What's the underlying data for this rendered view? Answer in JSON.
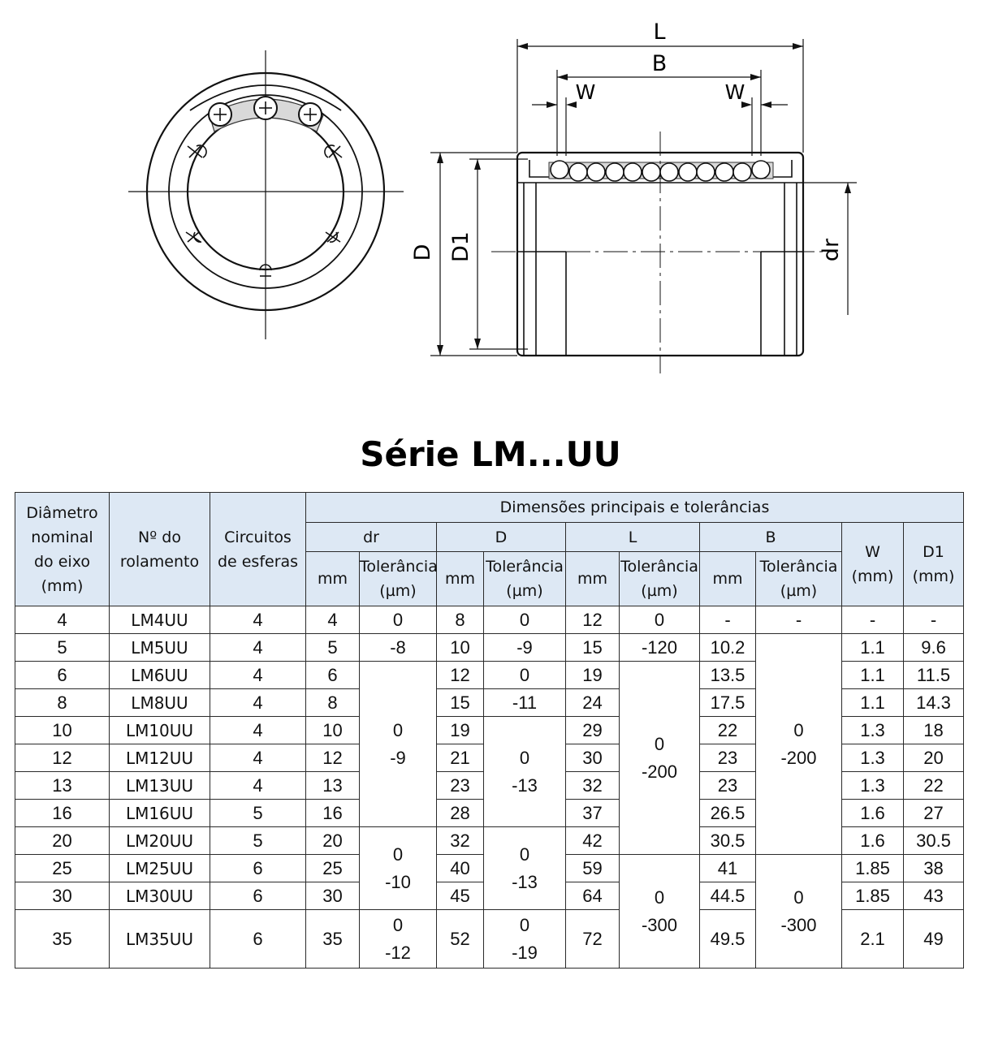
{
  "drawing": {
    "labels": {
      "L": "L",
      "B": "B",
      "W_left": "W",
      "W_right": "W",
      "D": "D",
      "D1": "D1",
      "dr": "dr"
    }
  },
  "title": "Série LM...UU",
  "table": {
    "headers": {
      "shaft_diameter": [
        "Diâmetro",
        "nominal",
        "do eixo",
        "(mm)"
      ],
      "bearing_no": [
        "Nº do",
        "rolamento"
      ],
      "ball_circuits": [
        "Circuitos",
        "de esferas"
      ],
      "main_dimensions": "Dimensões principais e tolerâncias",
      "dr": "dr",
      "D": "D",
      "L": "L",
      "B": "B",
      "W": [
        "W",
        "(mm)"
      ],
      "D1": [
        "D1",
        "(mm)"
      ],
      "mm": "mm",
      "tolerance": [
        "Tolerância",
        "(µm)"
      ]
    },
    "rows": [
      {
        "shaft": "4",
        "model": "LM4UU",
        "circuits": "4",
        "dr": "4",
        "D": "8",
        "L": "12",
        "B": "-",
        "W": "-",
        "D1": "-"
      },
      {
        "shaft": "5",
        "model": "LM5UU",
        "circuits": "4",
        "dr": "5",
        "D": "10",
        "L": "15",
        "B": "10.2",
        "W": "1.1",
        "D1": "9.6"
      },
      {
        "shaft": "6",
        "model": "LM6UU",
        "circuits": "4",
        "dr": "6",
        "D": "12",
        "L": "19",
        "B": "13.5",
        "W": "1.1",
        "D1": "11.5"
      },
      {
        "shaft": "8",
        "model": "LM8UU",
        "circuits": "4",
        "dr": "8",
        "D": "15",
        "L": "24",
        "B": "17.5",
        "W": "1.1",
        "D1": "14.3"
      },
      {
        "shaft": "10",
        "model": "LM10UU",
        "circuits": "4",
        "dr": "10",
        "D": "19",
        "L": "29",
        "B": "22",
        "W": "1.3",
        "D1": "18"
      },
      {
        "shaft": "12",
        "model": "LM12UU",
        "circuits": "4",
        "dr": "12",
        "D": "21",
        "L": "30",
        "B": "23",
        "W": "1.3",
        "D1": "20"
      },
      {
        "shaft": "13",
        "model": "LM13UU",
        "circuits": "4",
        "dr": "13",
        "D": "23",
        "L": "32",
        "B": "23",
        "W": "1.3",
        "D1": "22"
      },
      {
        "shaft": "16",
        "model": "LM16UU",
        "circuits": "5",
        "dr": "16",
        "D": "28",
        "L": "37",
        "B": "26.5",
        "W": "1.6",
        "D1": "27"
      },
      {
        "shaft": "20",
        "model": "LM20UU",
        "circuits": "5",
        "dr": "20",
        "D": "32",
        "L": "42",
        "B": "30.5",
        "W": "1.6",
        "D1": "30.5"
      },
      {
        "shaft": "25",
        "model": "LM25UU",
        "circuits": "6",
        "dr": "25",
        "D": "40",
        "L": "59",
        "B": "41",
        "W": "1.85",
        "D1": "38"
      },
      {
        "shaft": "30",
        "model": "LM30UU",
        "circuits": "6",
        "dr": "30",
        "D": "45",
        "L": "64",
        "B": "44.5",
        "W": "1.85",
        "D1": "43"
      },
      {
        "shaft": "35",
        "model": "LM35UU",
        "circuits": "6",
        "dr": "35",
        "D": "52",
        "L": "72",
        "B": "49.5",
        "W": "2.1",
        "D1": "49"
      }
    ],
    "tolerances": {
      "dr": [
        [
          "0"
        ],
        [
          "-8"
        ],
        [
          "0",
          "-9"
        ],
        [
          "0",
          "-10"
        ],
        [
          "0",
          "-12"
        ]
      ],
      "D": [
        [
          "0"
        ],
        [
          "-9"
        ],
        [
          "0",
          "-11"
        ],
        [
          "0",
          "-13"
        ],
        [
          "0",
          "-13"
        ],
        [
          "0",
          "-19"
        ]
      ],
      "L": [
        [
          "0"
        ],
        [
          "-120"
        ],
        [
          "0",
          "-200"
        ],
        [
          "0",
          "-300"
        ]
      ],
      "B": [
        [
          "-"
        ],
        [
          "0",
          "-200"
        ],
        [
          "0",
          "-300"
        ]
      ]
    }
  }
}
